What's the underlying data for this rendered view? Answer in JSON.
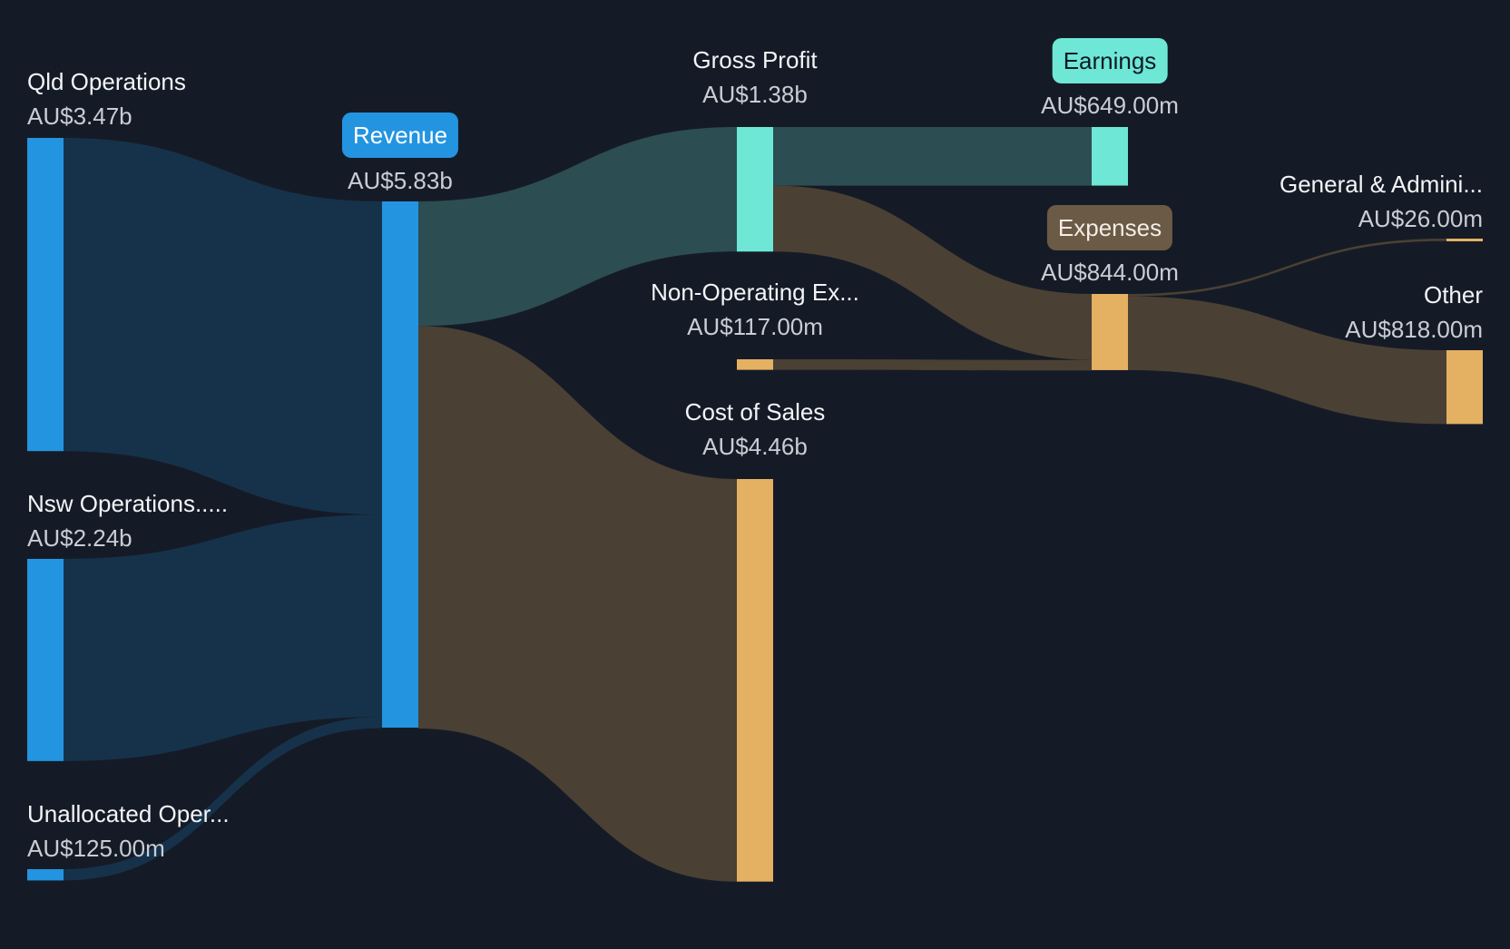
{
  "colors": {
    "background": "#151b26",
    "revenue": "#2394e0",
    "profit": "#6ee7d6",
    "expense": "#e4b062",
    "flow_revenue": "#16324b",
    "flow_profit": "#2c4d52",
    "flow_expense": "#4a4034"
  },
  "chart_data": {
    "type": "sankey",
    "unit": "AU$",
    "nodes": [
      {
        "id": "qld",
        "name": "Qld Operations",
        "value_label": "AU$3.47b",
        "value": 3470
      },
      {
        "id": "nsw",
        "name": "Nsw Operations.....",
        "value_label": "AU$2.24b",
        "value": 2240
      },
      {
        "id": "unalloc",
        "name": "Unallocated Oper...",
        "value_label": "AU$125.00m",
        "value": 125
      },
      {
        "id": "revenue",
        "name": "Revenue",
        "value_label": "AU$5.83b",
        "value": 5830
      },
      {
        "id": "gross",
        "name": "Gross Profit",
        "value_label": "AU$1.38b",
        "value": 1380
      },
      {
        "id": "nonop",
        "name": "Non-Operating Ex...",
        "value_label": "AU$117.00m",
        "value": 117
      },
      {
        "id": "cos",
        "name": "Cost of Sales",
        "value_label": "AU$4.46b",
        "value": 4460
      },
      {
        "id": "earnings",
        "name": "Earnings",
        "value_label": "AU$649.00m",
        "value": 649
      },
      {
        "id": "expenses",
        "name": "Expenses",
        "value_label": "AU$844.00m",
        "value": 844
      },
      {
        "id": "ga",
        "name": "General & Admini...",
        "value_label": "AU$26.00m",
        "value": 26
      },
      {
        "id": "other",
        "name": "Other",
        "value_label": "AU$818.00m",
        "value": 818
      }
    ],
    "links": [
      {
        "source": "qld",
        "target": "revenue",
        "value": 3470
      },
      {
        "source": "nsw",
        "target": "revenue",
        "value": 2240
      },
      {
        "source": "unalloc",
        "target": "revenue",
        "value": 125
      },
      {
        "source": "revenue",
        "target": "gross",
        "value": 1380
      },
      {
        "source": "revenue",
        "target": "cos",
        "value": 4460
      },
      {
        "source": "gross",
        "target": "earnings",
        "value": 649
      },
      {
        "source": "gross",
        "target": "expenses",
        "value": 731
      },
      {
        "source": "nonop",
        "target": "expenses",
        "value": 117
      },
      {
        "source": "expenses",
        "target": "ga",
        "value": 26
      },
      {
        "source": "expenses",
        "target": "other",
        "value": 818
      }
    ]
  }
}
